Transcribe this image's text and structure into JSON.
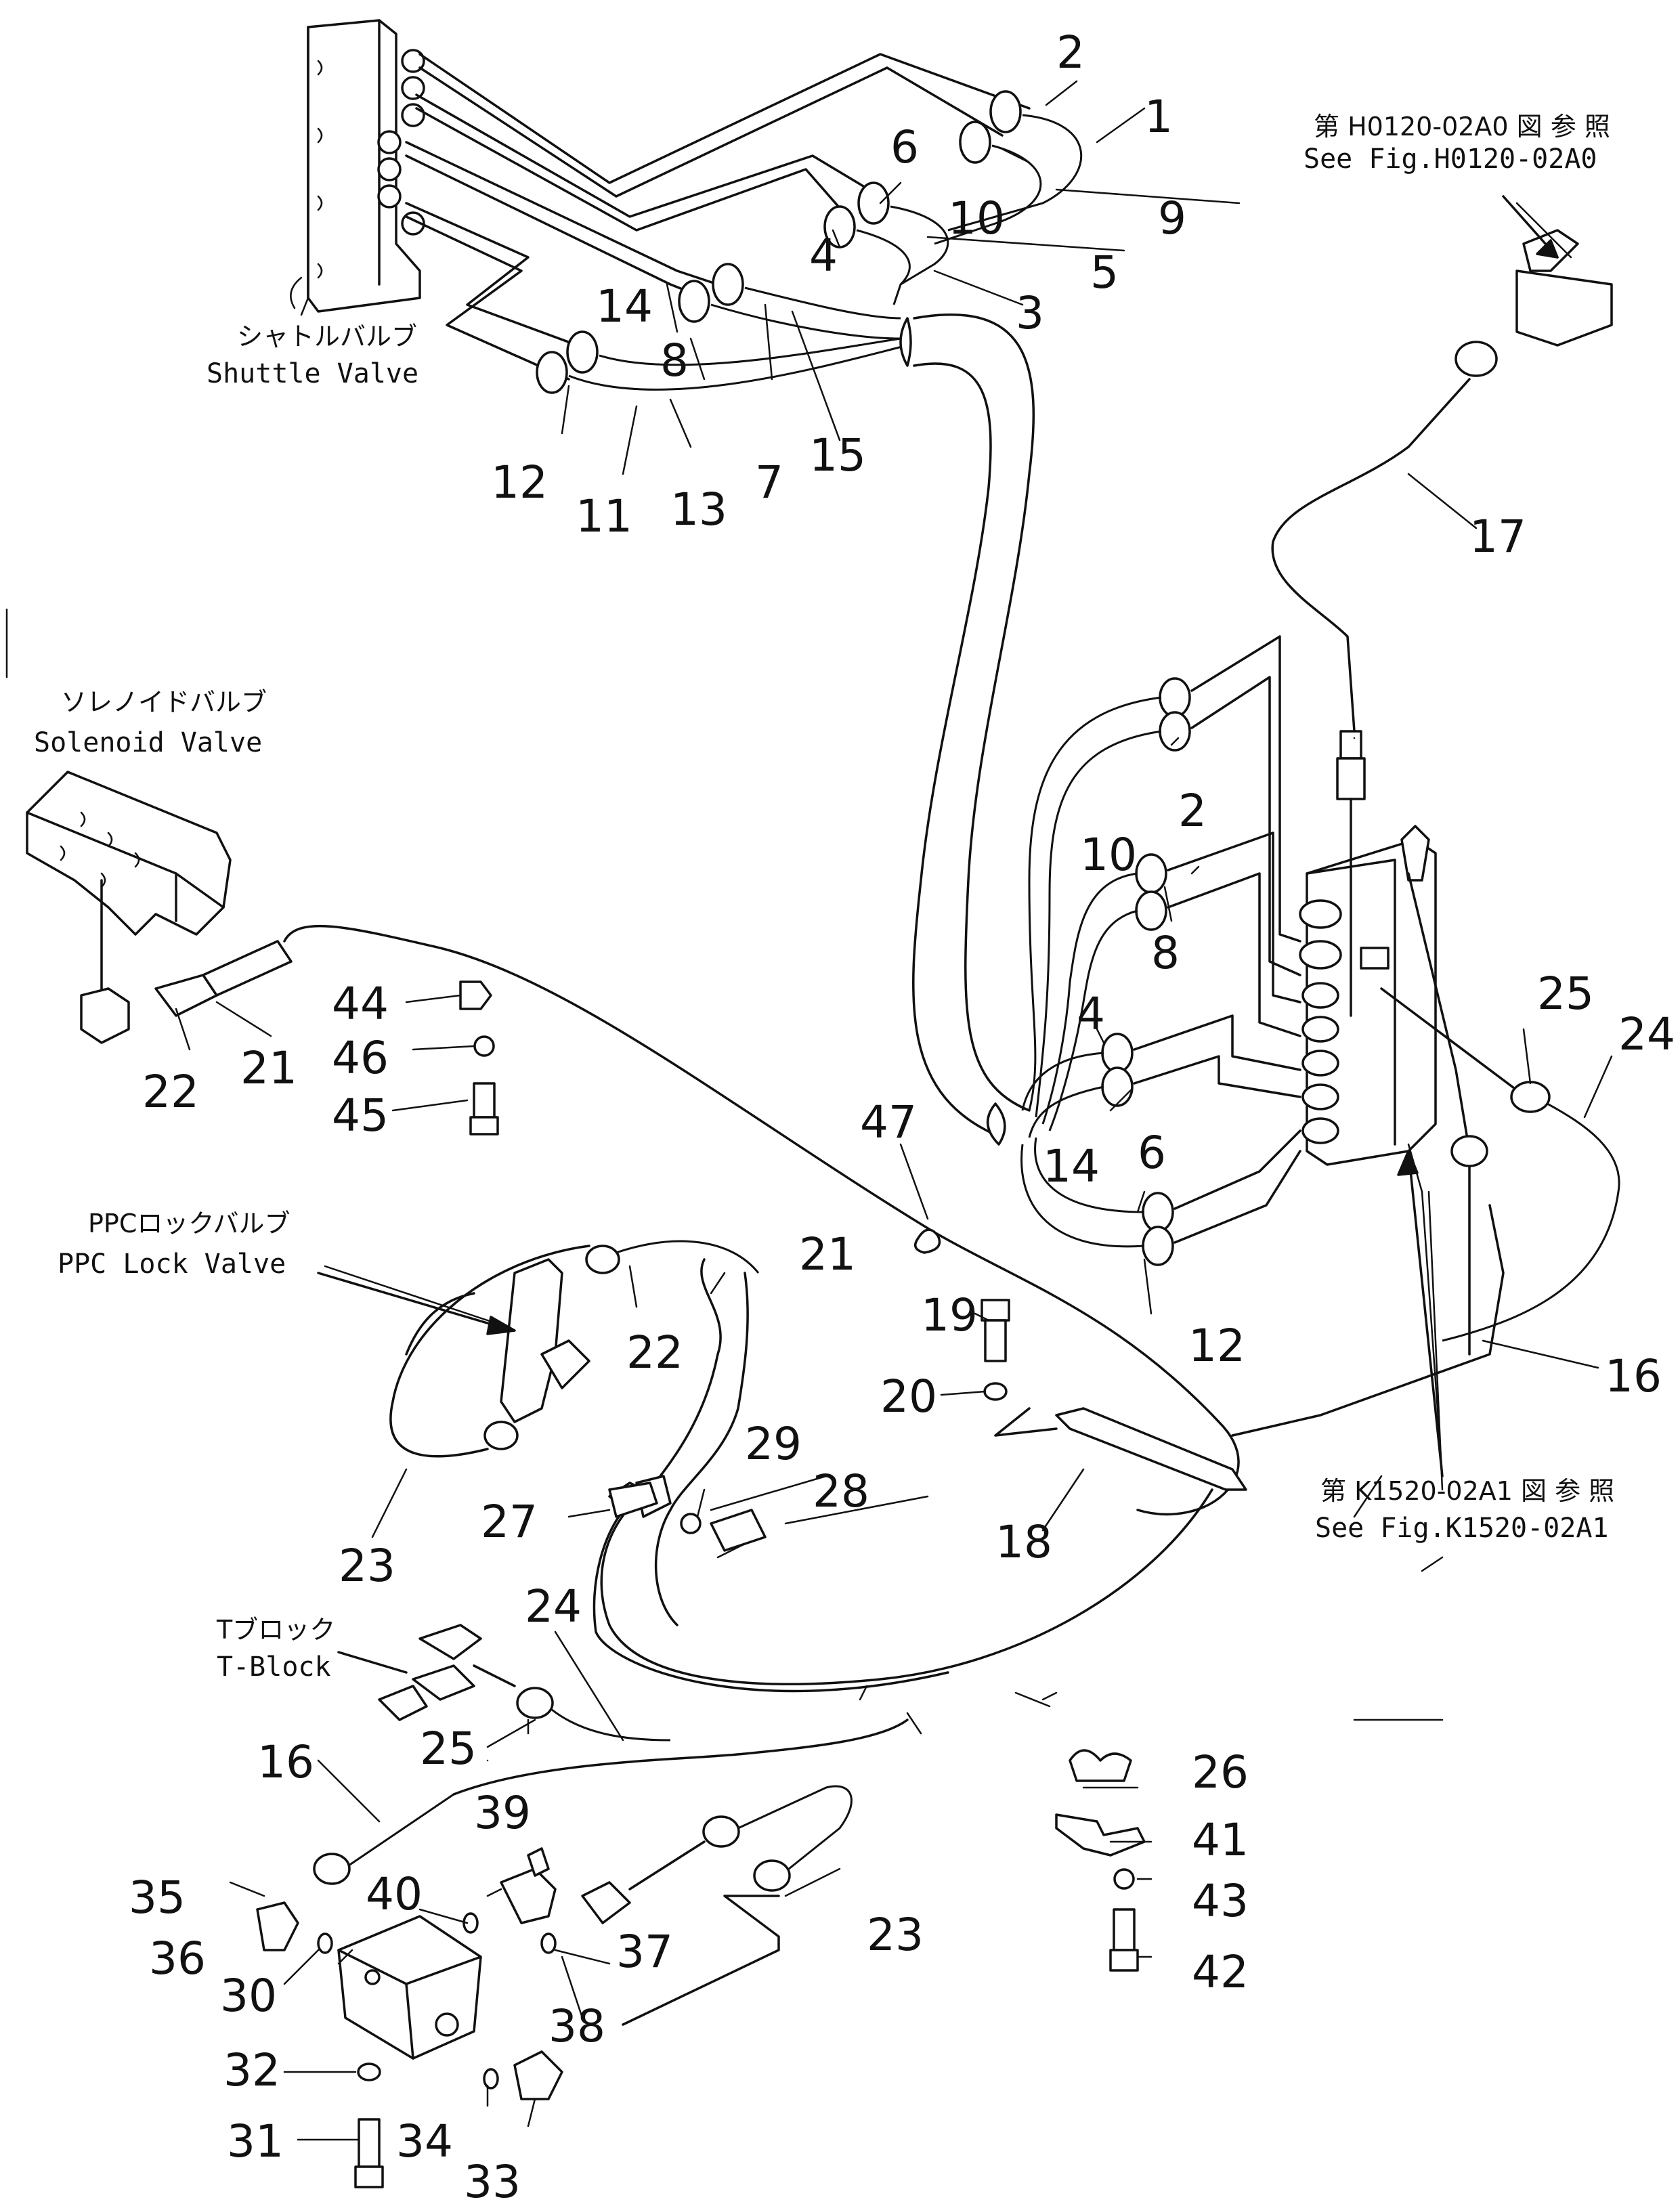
{
  "labels": {
    "ref_top_jp": "第 H0120-02A0 図 参 照",
    "ref_top_en": "See Fig.H0120-02A0",
    "shuttle_jp": "シャトルバルブ",
    "shuttle_en": "Shuttle Valve",
    "solenoid_jp": "ソレノイドバルブ",
    "solenoid_en": "Solenoid Valve",
    "ppc_jp": "PPCロックバルブ",
    "ppc_en": "PPC Lock Valve",
    "ref_right_jp": "第 K1520-02A1 図 参 照",
    "ref_right_en": "See Fig.K1520-02A1",
    "tblock_jp": "Tブロック",
    "tblock_en": "T-Block"
  },
  "callouts": [
    "1",
    "2",
    "10",
    "9",
    "6",
    "4",
    "5",
    "3",
    "14",
    "8",
    "12",
    "11",
    "13",
    "7",
    "15",
    "17",
    "2",
    "10",
    "8",
    "4",
    "6",
    "14",
    "12",
    "25",
    "24",
    "16",
    "22",
    "21",
    "44",
    "46",
    "45",
    "47",
    "21",
    "22",
    "19",
    "20",
    "23",
    "29",
    "28",
    "27",
    "18",
    "24",
    "25",
    "16",
    "39",
    "35",
    "40",
    "36",
    "30",
    "37",
    "38",
    "23",
    "32",
    "34",
    "31",
    "33",
    "26",
    "41",
    "43",
    "42"
  ]
}
